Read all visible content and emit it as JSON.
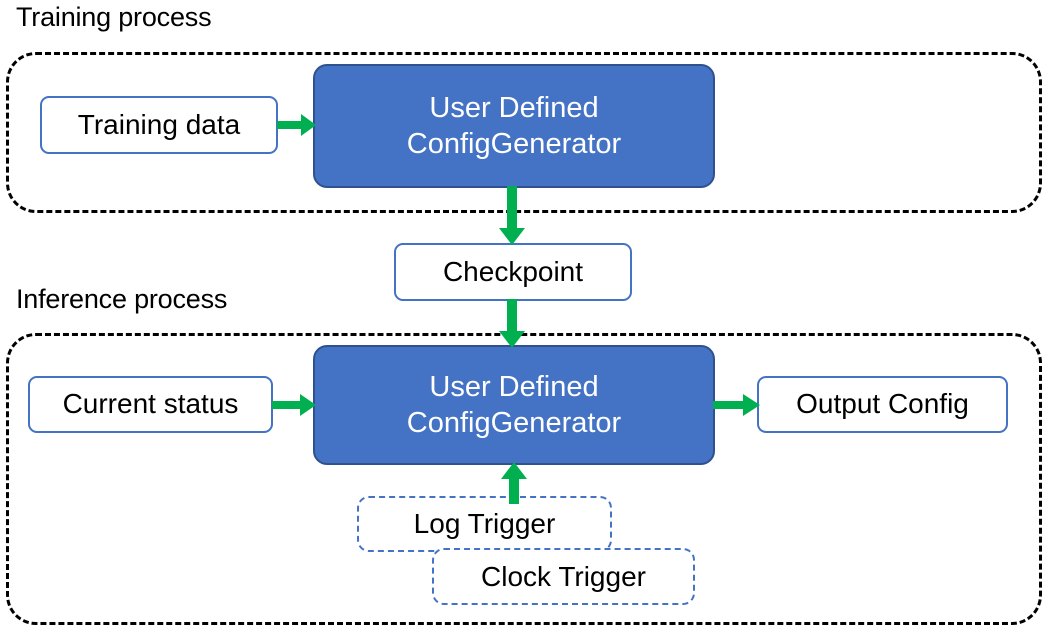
{
  "diagram": {
    "title_training": "Training process",
    "title_inference": "Inference process",
    "colors": {
      "process_fill": "#4472C4",
      "process_border": "#2F528F",
      "node_border": "#4472C4",
      "arrow": "#00B050",
      "container_border": "#000000",
      "text_dark": "#000000",
      "text_light": "#FFFFFF"
    }
  },
  "training": {
    "container_label": "Training process",
    "input": {
      "label": "Training data"
    },
    "processor": {
      "line1": "User Defined",
      "line2": "ConfigGenerator"
    }
  },
  "checkpoint": {
    "label": "Checkpoint"
  },
  "inference": {
    "container_label": "Inference process",
    "input": {
      "label": "Current status"
    },
    "processor": {
      "line1": "User Defined",
      "line2": "ConfigGenerator"
    },
    "output": {
      "label": "Output Config"
    },
    "triggers": [
      {
        "label": "Log Trigger"
      },
      {
        "label": "Clock Trigger"
      }
    ]
  },
  "edges": [
    {
      "from": "Training data",
      "to": "User Defined ConfigGenerator",
      "direction": "right"
    },
    {
      "from": "User Defined ConfigGenerator",
      "to": "Checkpoint",
      "direction": "down"
    },
    {
      "from": "Checkpoint",
      "to": "User Defined ConfigGenerator",
      "direction": "down"
    },
    {
      "from": "Current status",
      "to": "User Defined ConfigGenerator",
      "direction": "right"
    },
    {
      "from": "User Defined ConfigGenerator",
      "to": "Output Config",
      "direction": "right"
    },
    {
      "from": "Log Trigger",
      "to": "User Defined ConfigGenerator",
      "direction": "up"
    }
  ]
}
